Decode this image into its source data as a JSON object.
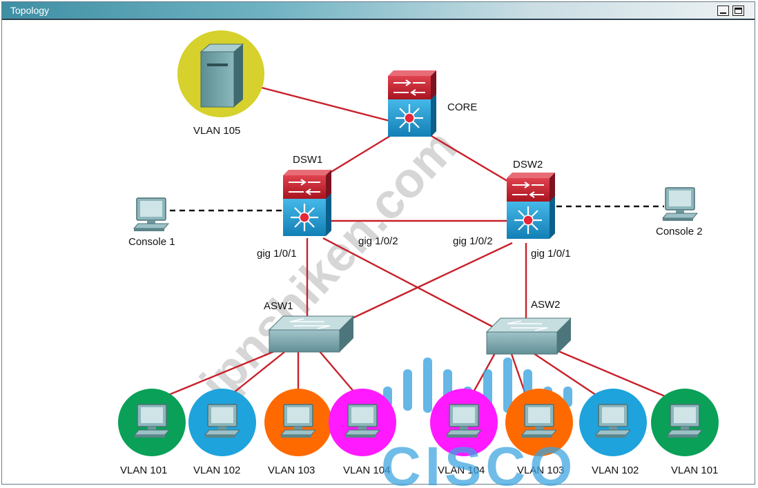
{
  "window": {
    "title": "Topology"
  },
  "devices": {
    "core": "CORE",
    "dsw1": "DSW1",
    "dsw2": "DSW2",
    "asw1": "ASW1",
    "asw2": "ASW2",
    "server": "VLAN 105",
    "console1": "Console 1",
    "console2": "Console 2"
  },
  "ports": {
    "dsw1_gig101": "gig 1/0/1",
    "dsw1_gig102": "gig 1/0/2",
    "dsw2_gig102": "gig 1/0/2",
    "dsw2_gig101": "gig 1/0/1"
  },
  "hosts": [
    {
      "label": "VLAN 101",
      "color": "#0aa058"
    },
    {
      "label": "VLAN 102",
      "color": "#1ea3dc"
    },
    {
      "label": "VLAN 103",
      "color": "#ff6a00"
    },
    {
      "label": "VLAN 104",
      "color": "#ff1aff"
    },
    {
      "label": "VLAN 104",
      "color": "#ff1aff"
    },
    {
      "label": "VLAN 103",
      "color": "#ff6a00"
    },
    {
      "label": "VLAN 102",
      "color": "#1ea3dc"
    },
    {
      "label": "VLAN 101",
      "color": "#0aa058"
    }
  ],
  "colors": {
    "link": "#c8202a",
    "switch_top": "#c41e30",
    "switch_bottom": "#1aa0d8",
    "server_halo": "#d6d12c",
    "watermark_text": "#c9c9c9",
    "watermark_logo": "#3aa3e0"
  },
  "watermark": {
    "text": "jpnshiken.com",
    "logo": "CISCO"
  }
}
